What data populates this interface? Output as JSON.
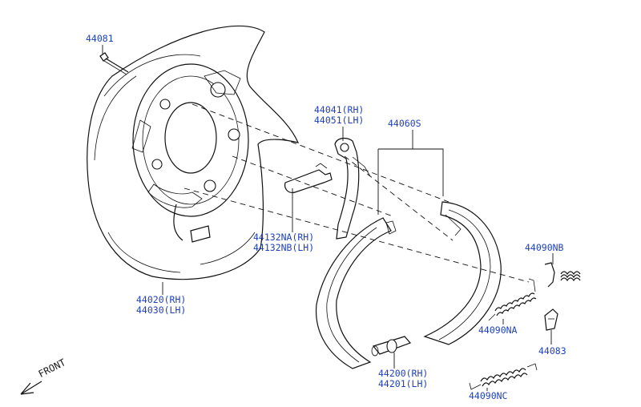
{
  "diagram": {
    "front_label": "FRONT",
    "callouts": {
      "p44081": [
        "44081"
      ],
      "p44041": [
        "44041(RH)",
        "44051(LH)"
      ],
      "p44060s": [
        "44060S"
      ],
      "p44132": [
        "44132NA(RH)",
        "44132NB(LH)"
      ],
      "p44020": [
        "44020(RH)",
        "44030(LH)"
      ],
      "p44090nb": [
        "44090NB"
      ],
      "p44090na": [
        "44090NA"
      ],
      "p44083": [
        "44083"
      ],
      "p44200": [
        "44200(RH)",
        "44201(LH)"
      ],
      "p44090nc": [
        "44090NC"
      ]
    },
    "colors": {
      "callout_text": "#1f3fbf",
      "linework": "#111111"
    }
  }
}
